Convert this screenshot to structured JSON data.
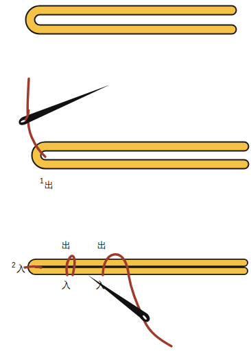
{
  "diagram": {
    "labels": [
      "1",
      "出",
      "出",
      "出",
      "2",
      "入",
      "入",
      "入"
    ]
  }
}
